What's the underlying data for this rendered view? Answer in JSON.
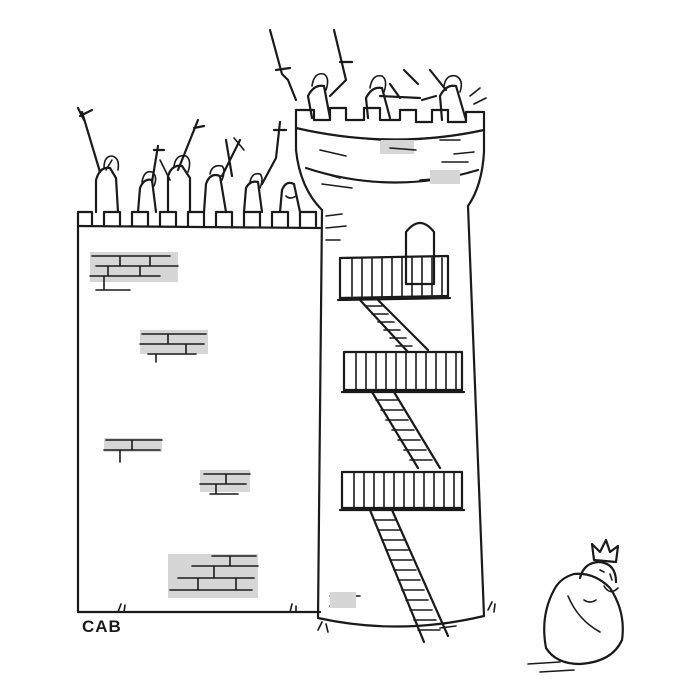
{
  "cartoon": {
    "signature": "CAB",
    "colors": {
      "ink": "#1a1a1a",
      "wash": "#d6d6d6",
      "paper": "#ffffff"
    },
    "elements": {
      "castle_wall": "castle-wall",
      "tower": "round-tower",
      "fire_escape": "fire-escape-stairs",
      "soldiers": "sword-wielding-soldiers",
      "king": "fleeing-king-with-crown"
    }
  }
}
